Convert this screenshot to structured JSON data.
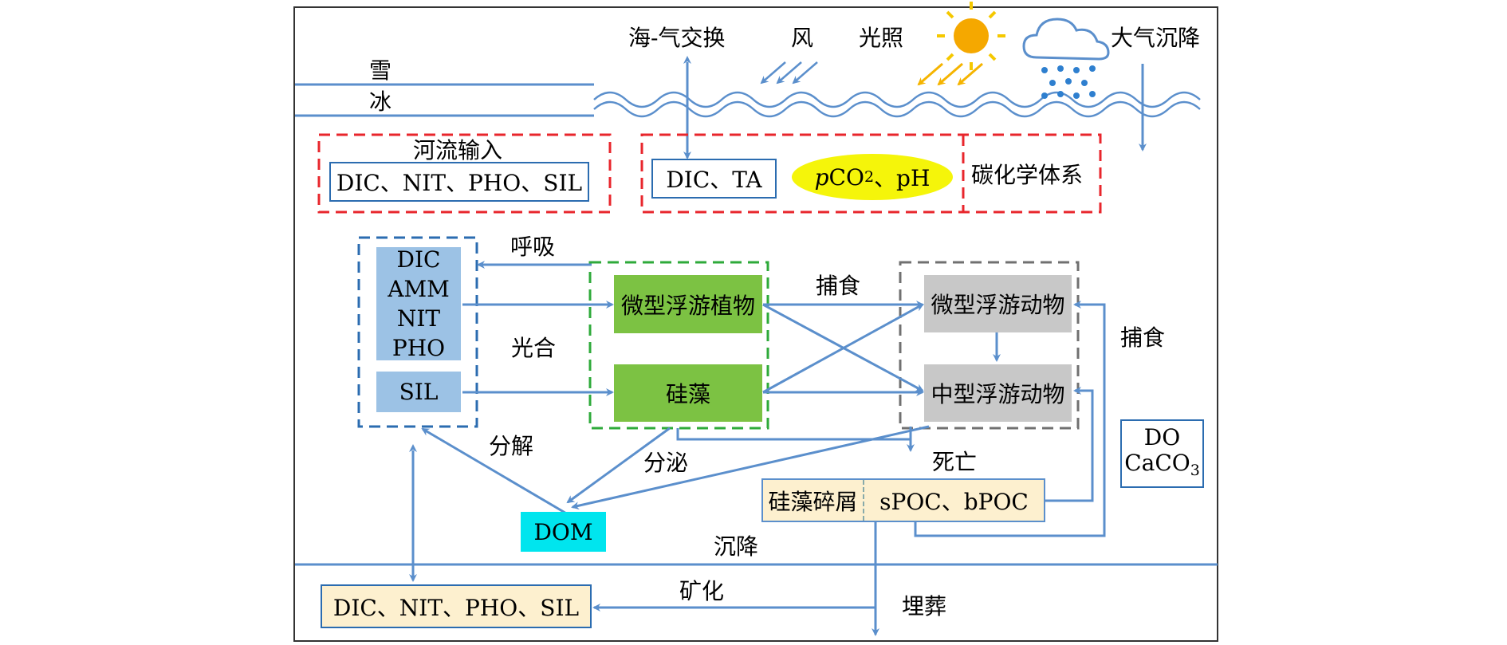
{
  "colors": {
    "arrow": "#5b8fcc",
    "red_dash": "#e8262c",
    "blue_dash": "#2b6cb0",
    "green_dash": "#2eaa3a",
    "gray_dash": "#707070",
    "nutrient_fill": "#9cc2e5",
    "phyto_fill": "#7cc243",
    "zoo_fill": "#c8c8c8",
    "dom_fill": "#00e5ee",
    "detritus_fill": "#fdf0cf",
    "pco2_fill": "#f5f50a",
    "sun": "#f5a800"
  },
  "surface": {
    "snow": "雪",
    "ice": "冰",
    "air_sea_exchange": "海-气交换",
    "wind": "风",
    "light": "光照",
    "atm_deposition": "大气沉降",
    "icons": [
      "sun-icon",
      "rain-cloud-icon",
      "wind-arrows-icon",
      "light-arrows-icon"
    ]
  },
  "river": {
    "title": "河流输入",
    "content": "DIC、NIT、PHO、SIL"
  },
  "carbonate": {
    "dic_ta": "DIC、TA",
    "pco2_prefix": "p",
    "pco2_main": "CO",
    "pco2_sub": "2",
    "pco2_suffix": "、pH",
    "system_label": "碳化学体系"
  },
  "nutrients": {
    "items": [
      "DIC",
      "AMM",
      "NIT",
      "PHO"
    ],
    "sil": "SIL"
  },
  "phyto": {
    "micro": "微型浮游植物",
    "diatom": "硅藻"
  },
  "zoo": {
    "micro": "微型浮游动物",
    "meso": "中型浮游动物"
  },
  "processes": {
    "respiration": "呼吸",
    "photosynthesis": "光合",
    "grazing_top": "捕食",
    "grazing_right": "捕食",
    "decomposition": "分解",
    "excretion": "分泌",
    "death": "死亡",
    "sinking": "沉降",
    "mineralization": "矿化",
    "burial": "埋葬"
  },
  "detritus": {
    "diatom_debris": "硅藻碎屑",
    "poc": "sPOC、bPOC"
  },
  "dom": "DOM",
  "do_box": {
    "do": "DO",
    "caco3_main": "CaCO",
    "caco3_sub": "3"
  },
  "sediment": {
    "content": "DIC、NIT、PHO、SIL"
  }
}
